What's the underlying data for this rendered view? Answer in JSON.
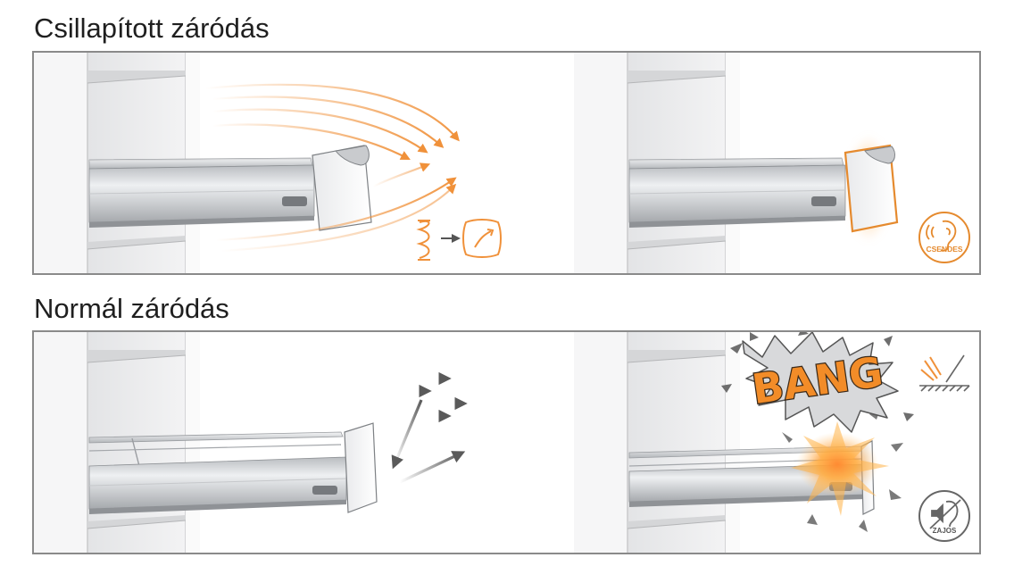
{
  "sections": {
    "damped": {
      "title": "Csillapított záródás",
      "badge_label": "CSENDES"
    },
    "normal": {
      "title": "Normál záródás",
      "burst_text": "BANG",
      "badge_label": "ZAJOS"
    }
  },
  "colors": {
    "accent_orange": "#f0913a",
    "arrow_gray": "#5a5a5a",
    "panel_border": "#8a8a8a"
  },
  "icons": {
    "damped": [
      "spring-icon",
      "arrow-right-icon",
      "cushion-icon",
      "ear-quiet-icon"
    ],
    "normal": [
      "impact-surface-icon",
      "ear-muted-icon"
    ]
  }
}
